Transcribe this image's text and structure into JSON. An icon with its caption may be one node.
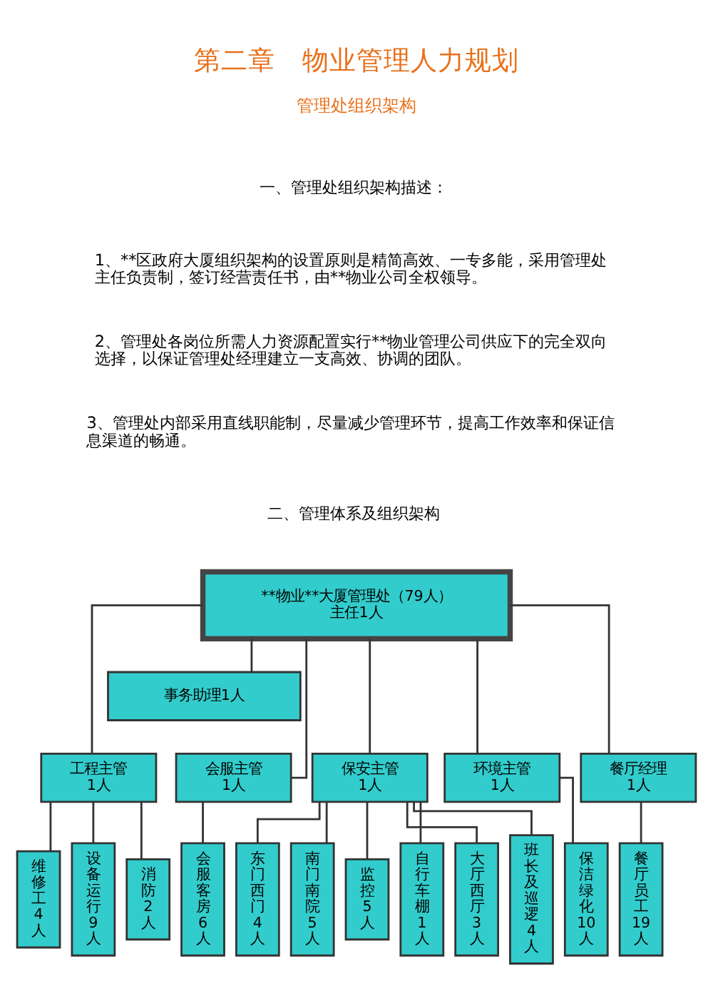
{
  "diagram": {
    "title": "第二章　物业管理人力规划",
    "nodes": [
      {
        "text": [
          "**物业**大厦管理处（79人）",
          "主任1人"
        ]
      },
      {
        "text": [
          "事务助理1人"
        ]
      },
      {
        "text": [
          "工程主管",
          "1人"
        ]
      },
      {
        "text": [
          "会服主管",
          "1人"
        ]
      },
      {
        "text": [
          "保安主管",
          "1人"
        ]
      },
      {
        "text": [
          "环境主管",
          "1人"
        ]
      },
      {
        "text": [
          "餐厅经理",
          "1人"
        ]
      },
      {
        "text": [
          "维修工4人"
        ]
      },
      {
        "text": [
          "设备运行9人"
        ]
      },
      {
        "text": [
          "消防2人"
        ]
      },
      {
        "text": [
          "会服客房6人"
        ]
      },
      {
        "text": [
          "东门西门4人"
        ]
      },
      {
        "text": [
          "南门南院5人"
        ]
      },
      {
        "text": [
          "监控5人"
        ]
      },
      {
        "text": [
          "自行车棚1人"
        ]
      },
      {
        "text": [
          "大厅西厅3人"
        ]
      },
      {
        "text": [
          "班长及巡逻4人"
        ]
      },
      {
        "text": [
          "保洁绿化10人"
        ]
      },
      {
        "text": [
          "餐厅员工19人"
        ]
      }
    ],
    "edges": [
      {
        "from": 0,
        "to": 1,
        "arrow": "none"
      },
      {
        "from": 0,
        "to": 2,
        "arrow": "none"
      },
      {
        "from": 0,
        "to": 3,
        "arrow": "none"
      },
      {
        "from": 0,
        "to": 4,
        "arrow": "none"
      },
      {
        "from": 0,
        "to": 5,
        "arrow": "none"
      },
      {
        "from": 0,
        "to": 6,
        "arrow": "none"
      },
      {
        "from": 2,
        "to": 7,
        "arrow": "none"
      },
      {
        "from": 2,
        "to": 8,
        "arrow": "none"
      },
      {
        "from": 2,
        "to": 9,
        "arrow": "none"
      },
      {
        "from": 3,
        "to": 10,
        "arrow": "none"
      },
      {
        "from": 4,
        "to": 11,
        "arrow": "none"
      },
      {
        "from": 4,
        "to": 12,
        "arrow": "none"
      },
      {
        "from": 4,
        "to": 13,
        "arrow": "none"
      },
      {
        "from": 4,
        "to": 14,
        "arrow": "none"
      },
      {
        "from": 4,
        "to": 15,
        "arrow": "none"
      },
      {
        "from": 4,
        "to": 16,
        "arrow": "none"
      },
      {
        "from": 5,
        "to": 17,
        "arrow": "none"
      },
      {
        "from": 6,
        "to": 18,
        "arrow": "none"
      }
    ],
    "labels": [
      "管理处组织架构",
      "一、管理处组织架构描述：",
      "1、**区政府大厦组织架构的设置原则是精简高效、一专多能，采用管理处主任负责制，签订经营责任书，由**物业公司全权领导。",
      "2、管理处各岗位所需人力资源配置实行**物业管理公司供应下的完全双向选择，以保证管理处经理建立一支高效、协调的团队。",
      "3、管理处内部采用直线职能制，尽量减少管理环节，提高工作效率和保证信息渠道的畅通。",
      "二、管理体系及组织架构"
    ]
  }
}
